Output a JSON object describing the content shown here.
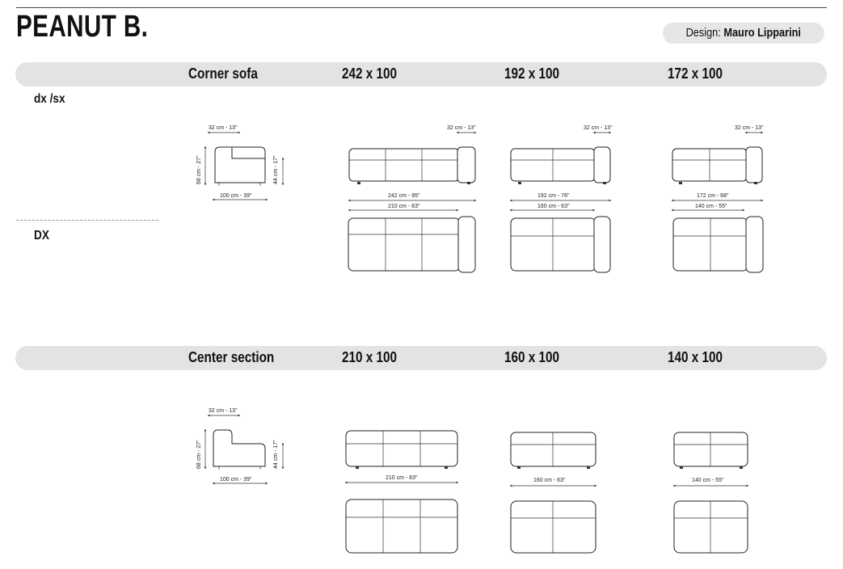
{
  "header": {
    "title": "PEANUT B.",
    "design_label": "Design:",
    "designer": "Mauro Lipparini"
  },
  "corner": {
    "section_title": "Corner sofa",
    "sizes": [
      "242 x 100",
      "192 x 100",
      "172 x 100"
    ],
    "row_labels": [
      "dx /sx",
      "DX"
    ],
    "side_dims": {
      "depth": "32 cm - 13\"",
      "height": "68 cm - 27\"",
      "seat": "44 cm - 17\"",
      "width": "100 cm - 39\""
    },
    "arm_dims": [
      "32 cm - 13\"",
      "32 cm - 13\"",
      "32 cm - 13\""
    ],
    "total_dims": [
      "242 cm - 95\"",
      "192 cm - 76\"",
      "172 cm - 68\""
    ],
    "seat_dims": [
      "210 cm - 83\"",
      "160 cm - 63\"",
      "140 cm - 55\""
    ]
  },
  "center": {
    "section_title": "Center section",
    "sizes": [
      "210 x 100",
      "160 x 100",
      "140 x 100"
    ],
    "side_dims": {
      "depth": "32 cm - 13\"",
      "height": "68 cm - 27\"",
      "seat": "44 cm - 17\"",
      "width": "100 cm - 39\""
    },
    "width_dims": [
      "210 cm - 83\"",
      "160 cm - 63\"",
      "140 cm - 55\""
    ]
  }
}
